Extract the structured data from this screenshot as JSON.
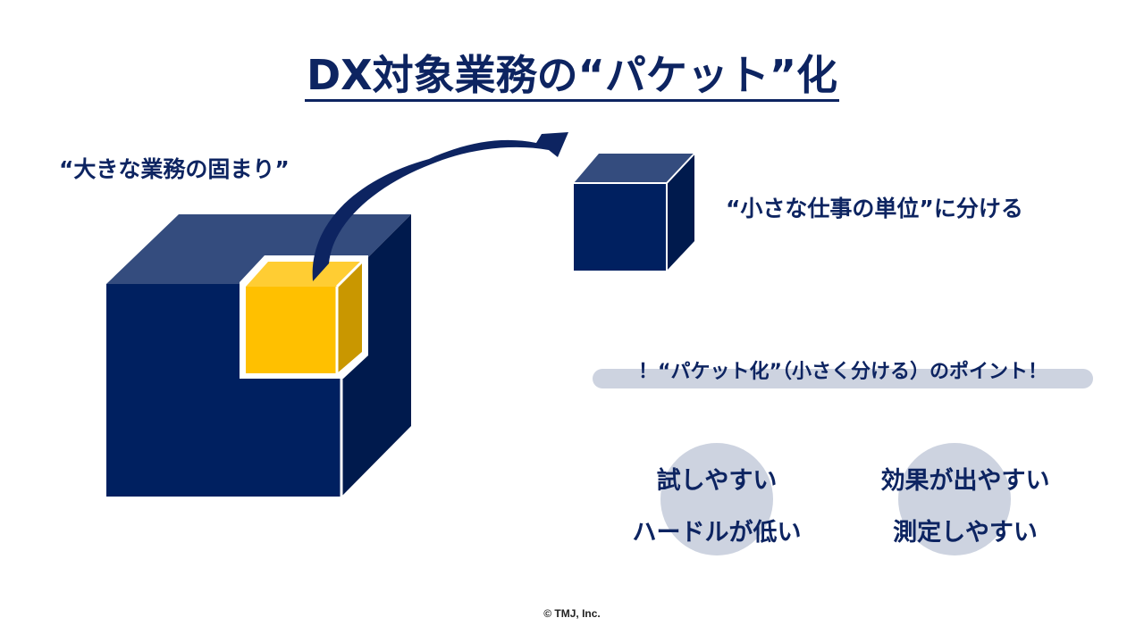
{
  "title": "DX対象業務の“パケット”化",
  "big_block_label": "“大きな業務の固まり”",
  "small_block_label": "“小さな仕事の単位”に分ける",
  "points_header": "！“パケット化”（小さく分ける）のポイント！",
  "points": [
    {
      "top": "試しやすい",
      "bottom": "ハードルが低い"
    },
    {
      "top": "効果が出やすい",
      "bottom": "測定しやすい"
    }
  ],
  "copyright": "© TMJ, Inc.",
  "colors": {
    "navy": "#002060",
    "navy_top": "#344C7E",
    "navy_side": "#001A4D",
    "yellow": "#FFC000",
    "yellow_top": "#FFCD33",
    "yellow_side": "#C99700",
    "pill": "#CDD3E0"
  }
}
